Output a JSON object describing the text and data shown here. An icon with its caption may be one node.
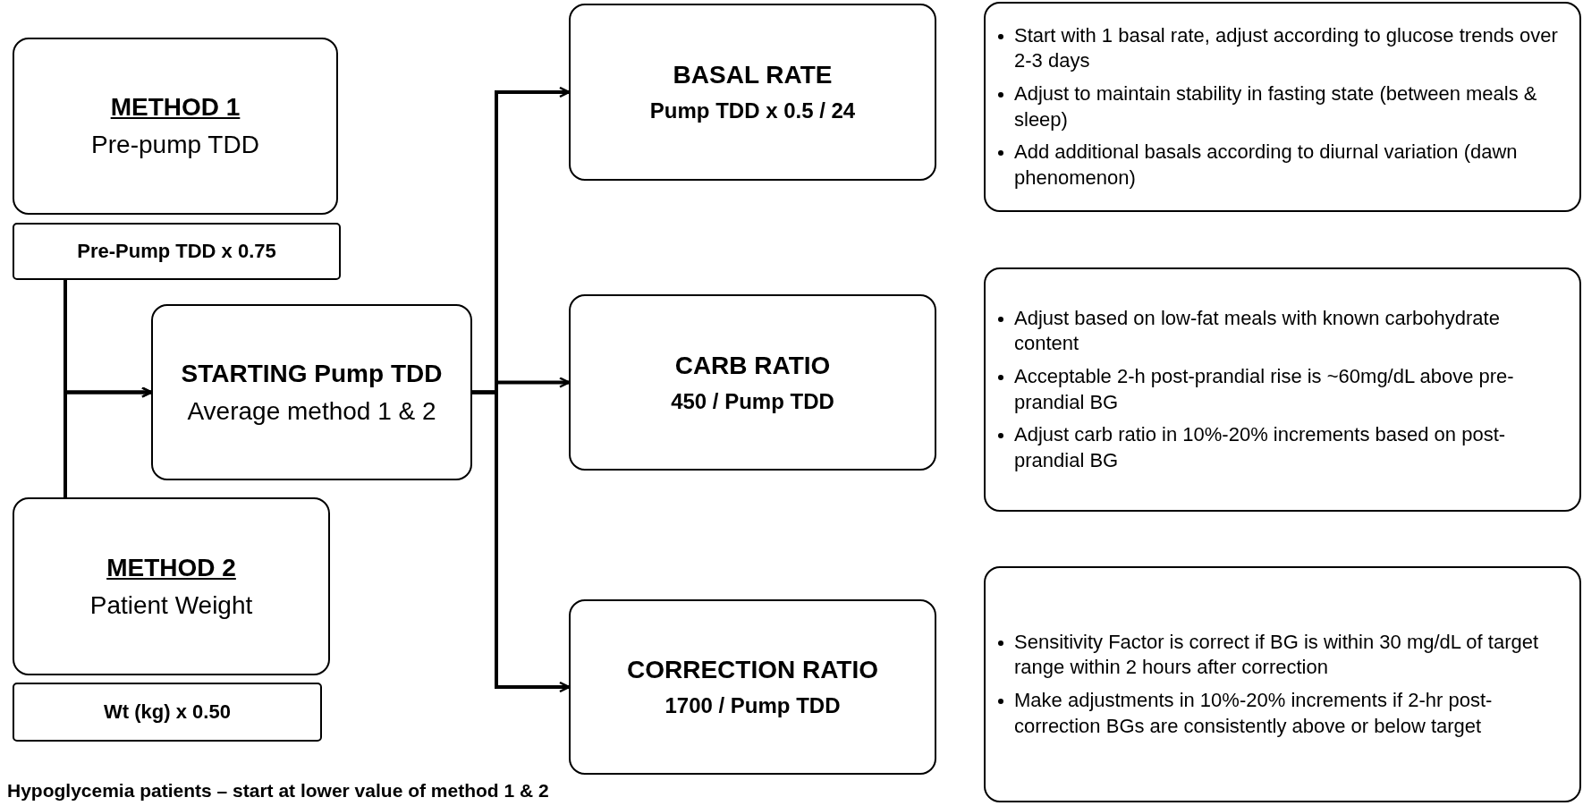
{
  "diagram": {
    "nodes": [
      {
        "text": [
          "METHOD 1",
          "Pre-pump TDD"
        ]
      },
      {
        "text": [
          "Pre-Pump TDD x 0.75"
        ]
      },
      {
        "text": [
          "STARTING Pump TDD",
          "Average method 1 & 2"
        ]
      },
      {
        "text": [
          "METHOD 2",
          "Patient Weight"
        ]
      },
      {
        "text": [
          "Wt (kg) x 0.50"
        ]
      },
      {
        "text": [
          "BASAL RATE",
          "Pump TDD x 0.5 / 24"
        ]
      },
      {
        "text": [
          "CARB RATIO",
          "450 / Pump TDD"
        ]
      },
      {
        "text": [
          "CORRECTION RATIO",
          "1700 / Pump TDD"
        ]
      },
      {
        "text": [
          "Start with 1 basal rate, adjust according to glucose trends over 2-3 days",
          "Adjust to maintain stability in fasting state (between meals & sleep)",
          "Add additional basals according to diurnal variation (dawn phenomenon)"
        ]
      },
      {
        "text": [
          "Adjust based on low-fat meals with known carbohydrate content",
          "Acceptable 2-h post-prandial rise is ~60mg/dL above pre-prandial BG",
          "Adjust carb ratio in 10%-20% increments based on post-prandial  BG"
        ]
      },
      {
        "text": [
          "Sensitivity Factor is correct if BG is within 30 mg/dL of target range within 2 hours after correction",
          "Make adjustments in 10%-20% increments if 2-hr post-correction BGs are consistently above or below target"
        ]
      }
    ],
    "edges": [
      {
        "from": 1,
        "to": 2,
        "arrow": "to"
      },
      {
        "from": 3,
        "to": 2,
        "arrow": "to"
      },
      {
        "from": 2,
        "to": 5,
        "arrow": "to"
      },
      {
        "from": 2,
        "to": 6,
        "arrow": "to"
      },
      {
        "from": 2,
        "to": 7,
        "arrow": "to"
      }
    ],
    "labels": [
      "Hypoglycemia patients – start at lower value of method 1 & 2"
    ]
  }
}
